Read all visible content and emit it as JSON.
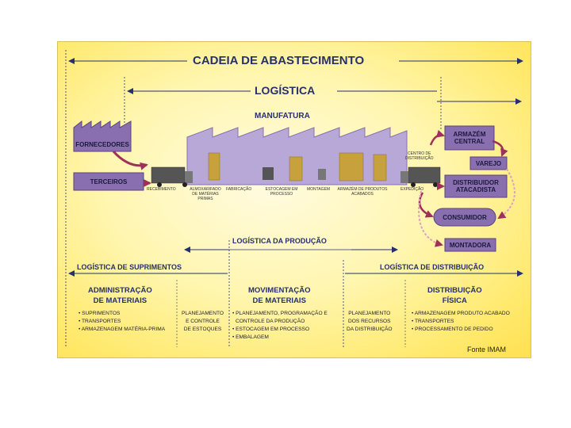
{
  "title": "CADEIA DE ABASTECIMENTO",
  "logistica": "LOGÍSTICA",
  "manufatura": "MANUFATURA",
  "fornecedores": "FORNECEDORES",
  "terceiros": "TERCEIROS",
  "armazem_central": [
    "ARMAZÉM",
    "CENTRAL"
  ],
  "varejo": "VAREJO",
  "distribuidor": [
    "DISTRIBUIDOR",
    "ATACADISTA"
  ],
  "consumidor": "CONSUMIDOR",
  "montadora": "MONTADORA",
  "centro_distribuicao": [
    "CENTRO DE",
    "DISTRIBUIÇÃO"
  ],
  "process_steps": [
    "RECEBIMENTO",
    "ALMOXARIFADO DE MATÉRIAS PRIMAS",
    "FABRICAÇÃO",
    "ESTOCAGEM EM PROCESSO",
    "MONTAGEM",
    "ARMAZÉM DE PRODUTOS ACABADOS",
    "EXPEDIÇÃO"
  ],
  "logistica_producao": "LOGÍSTICA DA PRODUÇÃO",
  "logistica_suprimentos": "LOGÍSTICA DE SUPRIMENTOS",
  "logistica_distribuicao": "LOGÍSTICA DE DISTRIBUIÇÃO",
  "columns": {
    "adm_title": [
      "ADMINISTRAÇÃO",
      "DE MATERIAIS"
    ],
    "adm_items": [
      "• SUPRIMENTOS",
      "• TRANSPORTES",
      "• ARMAZENAGEM MATÉRIA-PRIMA"
    ],
    "plan_estoques": [
      "PLANEJAMENTO",
      "E CONTROLE",
      "DE ESTOQUES"
    ],
    "mov_title": [
      "MOVIMENTAÇÃO",
      "DE MATERIAIS"
    ],
    "mov_items": [
      "• PLANEJAMENTO, PROGRAMAÇÃO E",
      "CONTROLE DA PRODUÇÃO",
      "• ESTOCAGEM EM PROCESSO",
      "• EMBALAGEM"
    ],
    "plan_recursos": [
      "PLANEJAMENTO",
      "DOS RECURSOS",
      "DA DISTRIBUIÇÃO"
    ],
    "dist_title": [
      "DISTRIBUIÇÃO",
      "FÍSICA"
    ],
    "dist_items": [
      "• ARMAZENAGEM PRODUTO ACABADO",
      "• TRANSPORTES",
      "• PROCESSAMENTO DE PEDIDO"
    ]
  },
  "source": "Fonte IMAM",
  "colors": {
    "navy": "#26306e",
    "purple_box": "#8a6fb0",
    "factory": "#b8a8d8",
    "arrow": "#a0305a"
  }
}
